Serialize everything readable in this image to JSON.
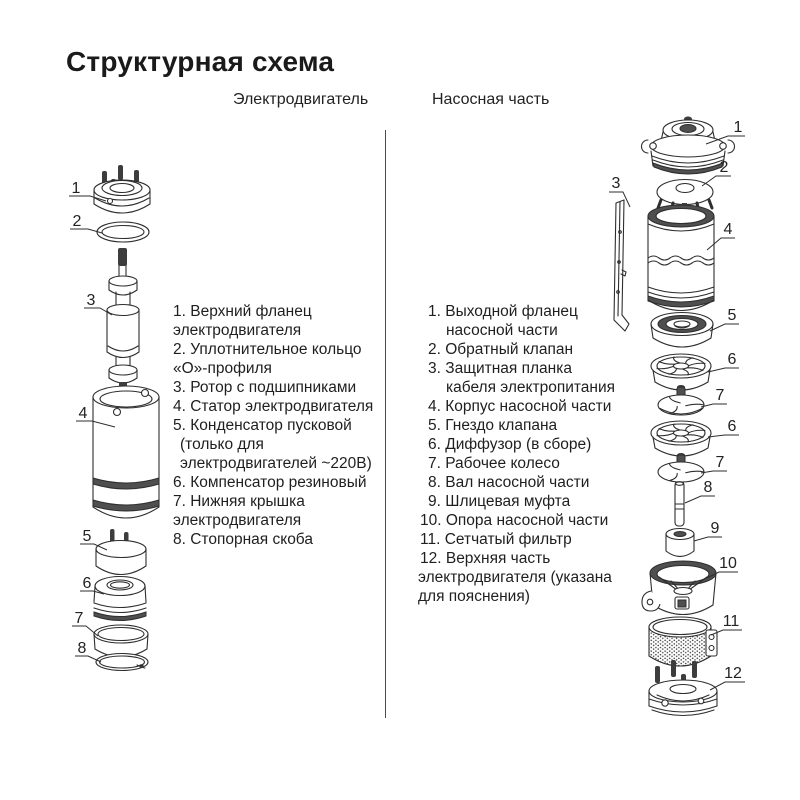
{
  "page": {
    "title": "Структурная схема"
  },
  "sections": {
    "motor": {
      "header": "Электродвигатель"
    },
    "pump": {
      "header": "Насосная часть"
    }
  },
  "motor_list": {
    "lines": [
      {
        "t": "1. Верхний фланец",
        "i": 0
      },
      {
        "t": "электродвигателя",
        "i": 0
      },
      {
        "t": "2. Уплотнительное кольцо",
        "i": 0
      },
      {
        "t": "«О»-профиля",
        "i": 0
      },
      {
        "t": "3. Ротор с подшипниками",
        "i": 0
      },
      {
        "t": "4. Статор электродвигателя",
        "i": 0
      },
      {
        "t": "5. Конденсатор пусковой",
        "i": 0
      },
      {
        "t": "(только для",
        "i": 7
      },
      {
        "t": "электродвигателей ~220В)",
        "i": 7
      },
      {
        "t": "6. Компенсатор резиновый",
        "i": 0
      },
      {
        "t": "7. Нижняя крышка",
        "i": 0
      },
      {
        "t": "электродвигателя",
        "i": 0
      },
      {
        "t": "8. Стопорная скоба",
        "i": 0
      }
    ]
  },
  "pump_list": {
    "lines": [
      {
        "t": "1. Выходной фланец",
        "i": 10
      },
      {
        "t": "насосной части",
        "i": 28
      },
      {
        "t": "2. Обратный клапан",
        "i": 10
      },
      {
        "t": "3. Защитная планка",
        "i": 10
      },
      {
        "t": "кабеля электропитания",
        "i": 28
      },
      {
        "t": "4. Корпус насосной части",
        "i": 10
      },
      {
        "t": "5. Гнездо клапана",
        "i": 10
      },
      {
        "t": "6. Диффузор (в сборе)",
        "i": 10
      },
      {
        "t": "7. Рабочее колесо",
        "i": 10
      },
      {
        "t": "8. Вал насосной части",
        "i": 10
      },
      {
        "t": "9. Шлицевая муфта",
        "i": 10
      },
      {
        "t": "10. Опора насосной части",
        "i": 2
      },
      {
        "t": "11. Сетчатый фильтр",
        "i": 2
      },
      {
        "t": "12. Верхняя часть",
        "i": 2
      },
      {
        "t": "электродвигателя (указана",
        "i": 0
      },
      {
        "t": "для пояснения)",
        "i": 0
      }
    ]
  },
  "motor_diagram": {
    "callouts": [
      "1",
      "2",
      "3",
      "4",
      "5",
      "6",
      "7",
      "8"
    ]
  },
  "pump_diagram": {
    "callouts": [
      "1",
      "2",
      "3",
      "4",
      "5",
      "6",
      "7",
      "6",
      "7",
      "8",
      "9",
      "10",
      "11",
      "12"
    ]
  },
  "colors": {
    "ink": "#1f1f1f",
    "line": "#2e2e2e",
    "dark_fill": "#4f4f4f",
    "background": "#ffffff"
  }
}
